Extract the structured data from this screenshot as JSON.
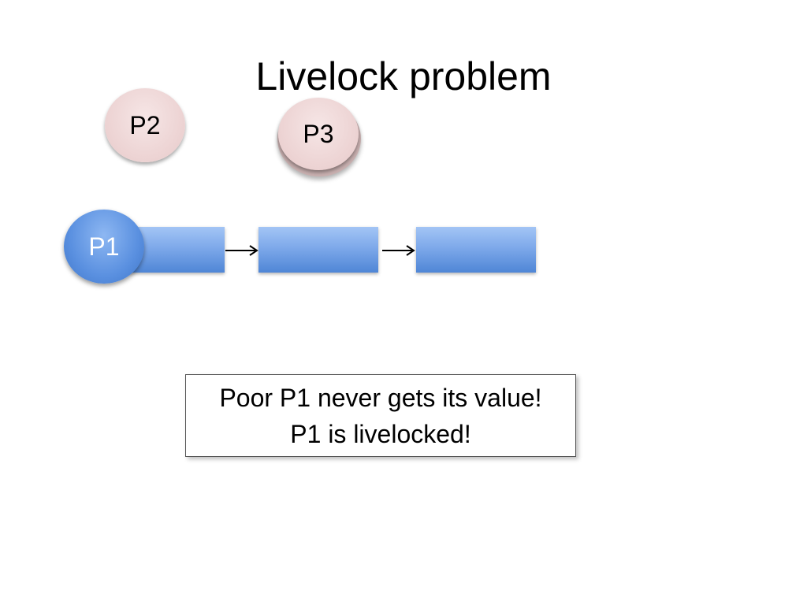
{
  "slide": {
    "title": "Livelock problem"
  },
  "nodes": {
    "p1": "P1",
    "p2": "P2",
    "p3": "P3"
  },
  "list": {
    "block_count": 3
  },
  "note": {
    "line1": "Poor P1 never gets its value!",
    "line2": "P1 is livelocked!"
  },
  "colors": {
    "p1_fill": "#5a90e0",
    "pink_fill": "#ecd2d2",
    "block_fill": "#7ea9ea"
  },
  "icons": {
    "arrow": "right-arrow-icon"
  }
}
